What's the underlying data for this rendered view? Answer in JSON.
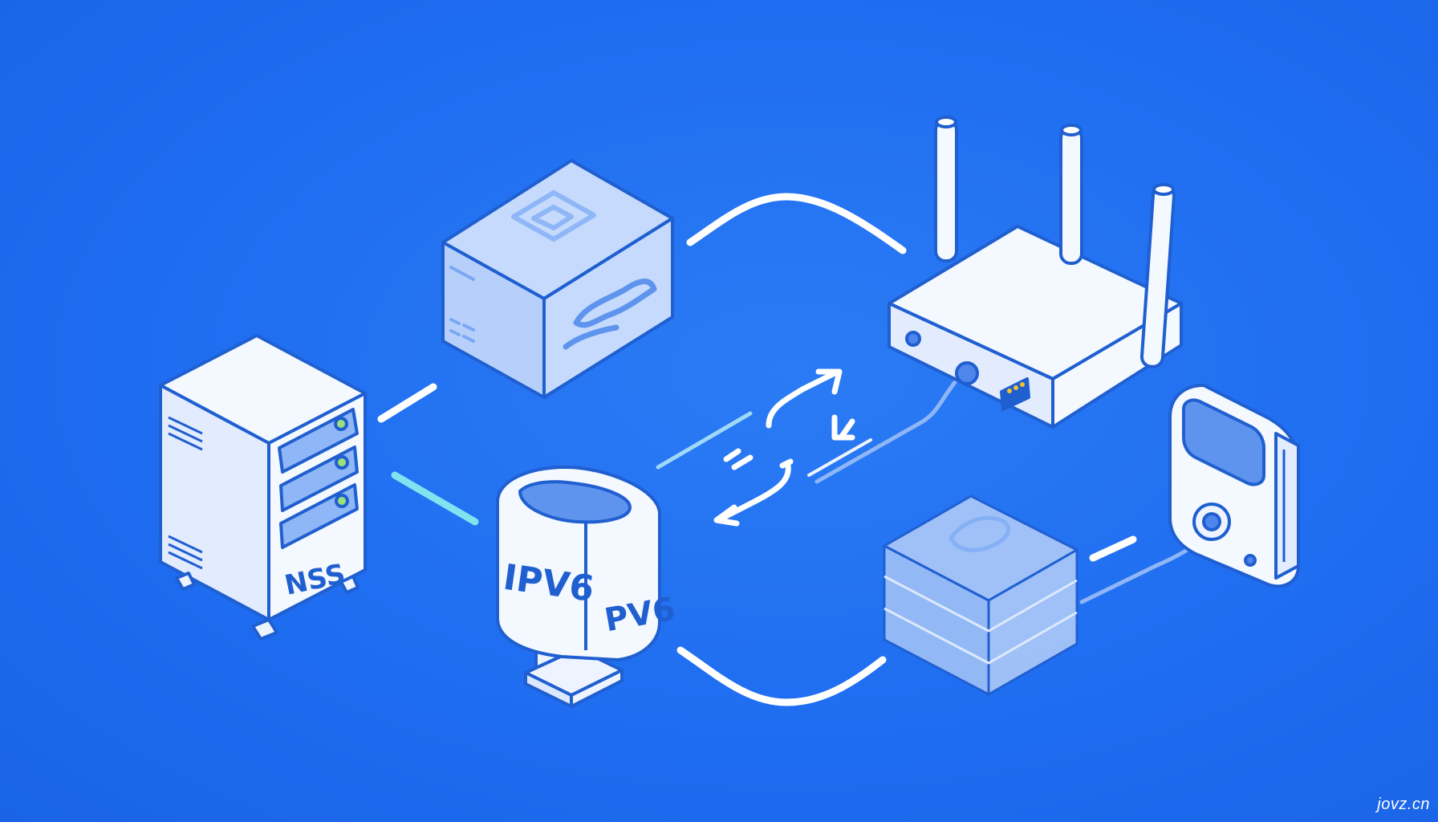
{
  "labels": {
    "server": "NSS",
    "ipv6_front": "IPV6",
    "ipv6_side": "PV6"
  },
  "watermark": "jovz.cn",
  "icons": [
    "server-tower-icon",
    "package-box-icon",
    "wifi-router-icon",
    "ipv6-terminal-icon",
    "storage-stack-icon",
    "modem-device-icon",
    "exchange-arrows-icon"
  ],
  "colors": {
    "background": "#1f6ff0",
    "outline": "#1f5fd0",
    "device_fill": "#eef4ff",
    "panel_fill": "#8fb6f6",
    "link_line": "#ffffff",
    "accent_line": "#7fe3f0"
  }
}
